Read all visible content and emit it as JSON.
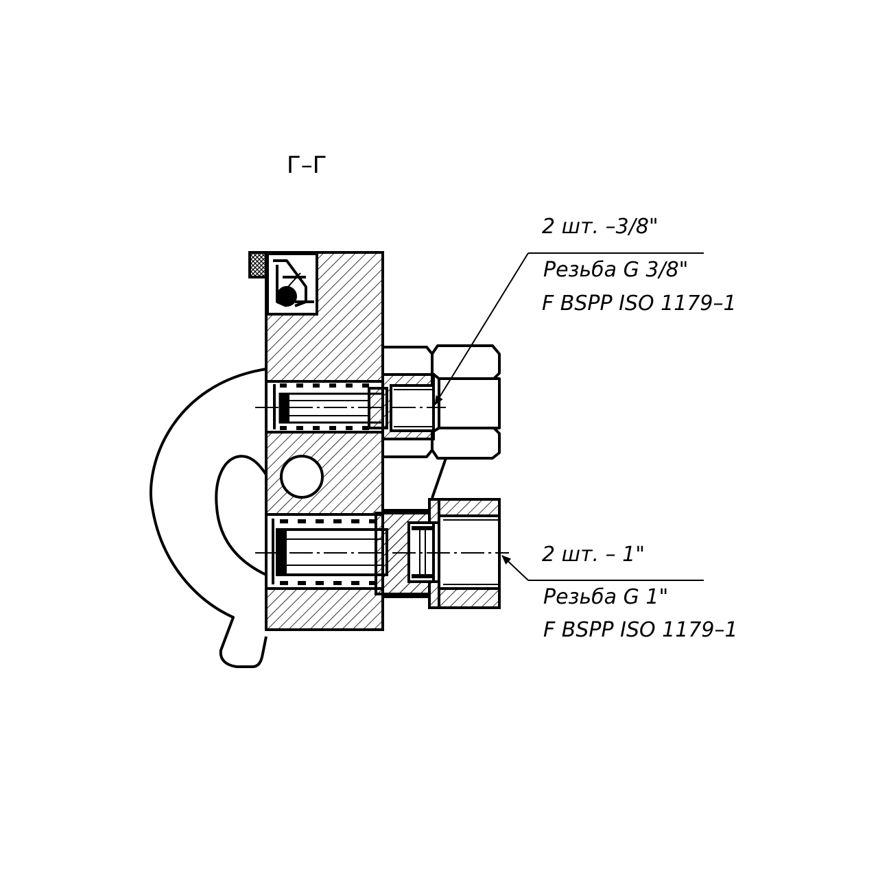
{
  "section_title": "Г–Г",
  "callouts": {
    "top": {
      "quantity": "2 шт. –3/8\"",
      "thread": "Резьба G 3/8\"",
      "standard": "F BSPP ISO 1179–1"
    },
    "bottom": {
      "quantity": "2 шт. – 1\"",
      "thread": "Резьба G 1\"",
      "standard": "F BSPP ISO 1179–1"
    }
  },
  "colors": {
    "line": "#000000",
    "background": "#ffffff"
  }
}
